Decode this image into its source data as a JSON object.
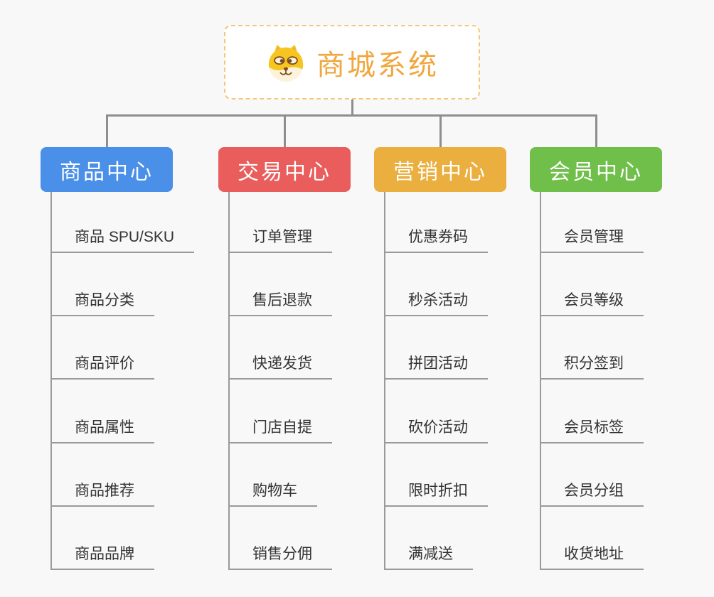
{
  "page": {
    "background": "#f8f8f8"
  },
  "root": {
    "title": "商城系统",
    "title_color": "#f0a73e",
    "border_color": "#f3c878",
    "icon": "dog-mascot-icon"
  },
  "connector_color": "#8e8e8e",
  "leaf_style": {
    "text_color": "#333333",
    "line_color": "#9a9a9a"
  },
  "branches": [
    {
      "label": "商品中心",
      "color": "#4a8fe8",
      "children": [
        "商品 SPU/SKU",
        "商品分类",
        "商品评价",
        "商品属性",
        "商品推荐",
        "商品品牌"
      ]
    },
    {
      "label": "交易中心",
      "color": "#e95d5d",
      "children": [
        "订单管理",
        "售后退款",
        "快递发货",
        "门店自提",
        "购物车",
        "销售分佣"
      ]
    },
    {
      "label": "营销中心",
      "color": "#eaaf3e",
      "children": [
        "优惠券码",
        "秒杀活动",
        "拼团活动",
        "砍价活动",
        "限时折扣",
        "满减送"
      ]
    },
    {
      "label": "会员中心",
      "color": "#6fbf4a",
      "children": [
        "会员管理",
        "会员等级",
        "积分签到",
        "会员标签",
        "会员分组",
        "收货地址"
      ]
    }
  ]
}
